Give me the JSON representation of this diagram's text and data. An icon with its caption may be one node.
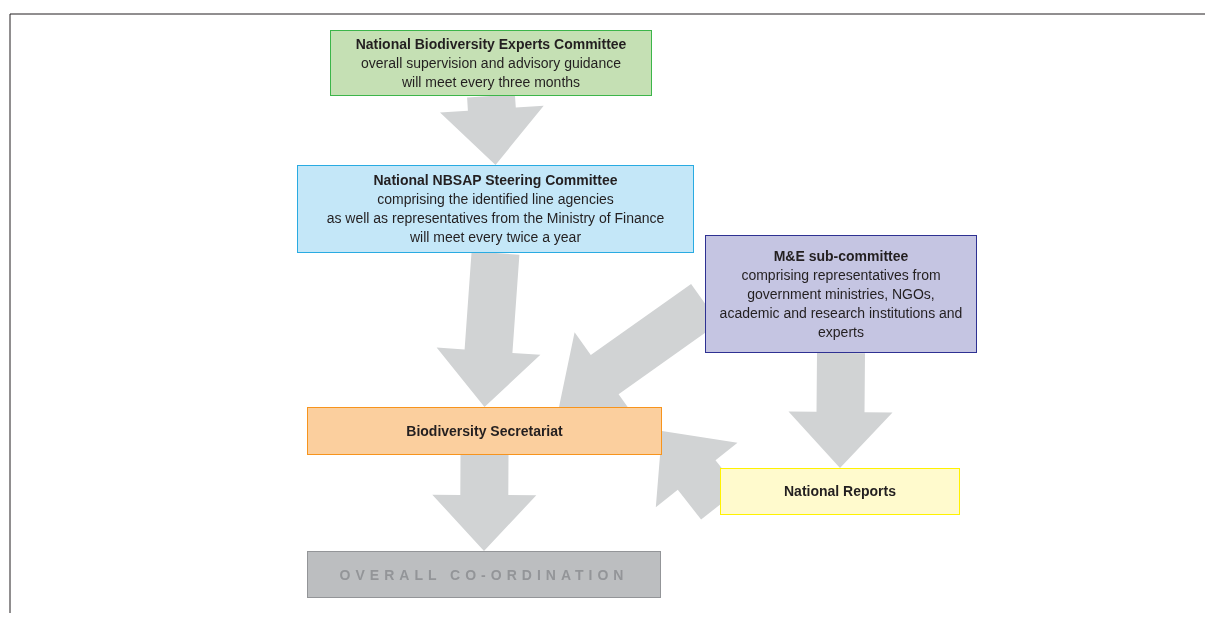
{
  "diagram": {
    "nodes": [
      {
        "text": [
          "National Biodiversity Experts Committee",
          "overall supervision and advisory guidance",
          "will meet every three months"
        ]
      },
      {
        "text": [
          "National NBSAP Steering Committee",
          "comprising the identified line agencies",
          "as well as representatives from the Ministry of Finance",
          "will meet every twice a year"
        ]
      },
      {
        "text": [
          "M&E sub-committee",
          "comprising representatives from government ministries, NGOs, academic and research institutions and experts"
        ]
      },
      {
        "text": [
          "Biodiversity Secretariat"
        ]
      },
      {
        "text": [
          "National Reports"
        ]
      },
      {
        "text": [
          "OVERALL CO-ORDINATION"
        ]
      }
    ],
    "edges": [
      {
        "from": 0,
        "to": 1,
        "arrow": "to"
      },
      {
        "from": 1,
        "to": 3,
        "arrow": "to"
      },
      {
        "from": 2,
        "to": 3,
        "arrow": "to"
      },
      {
        "from": 2,
        "to": 4,
        "arrow": "to"
      },
      {
        "from": 4,
        "to": 3,
        "arrow": "to"
      },
      {
        "from": 3,
        "to": 5,
        "arrow": "to"
      }
    ]
  }
}
